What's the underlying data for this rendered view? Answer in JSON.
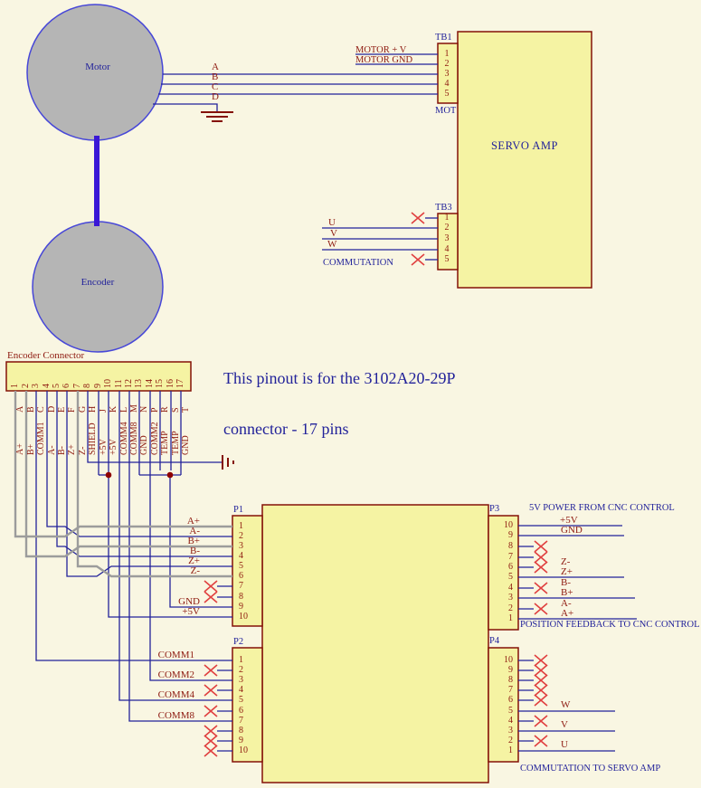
{
  "colors": {
    "background": "#F9F6E2",
    "box_fill": "#F5F3A3",
    "box_border": "#841107",
    "wire_navy": "#22229A",
    "wire_gray": "#9C9C9C",
    "label_maroon": "#8E1A10",
    "label_navy": "#22229A",
    "x_mark_red": "#E04040",
    "junction_dot": "#8E0000",
    "machine_fill": "#B5B5B5",
    "machine_stroke": "#4747D8",
    "shaft_blue": "#3A17D6"
  },
  "motor": {
    "label": "Motor"
  },
  "encoder": {
    "label": "Encoder"
  },
  "motor_leads": {
    "a": "A",
    "b": "B",
    "c": "C",
    "d": "D"
  },
  "tb1": {
    "name": "TB1",
    "lead1": "MOTOR + V",
    "lead2": "MOTOR GND",
    "clipped_label": "MOT",
    "pins": [
      "1",
      "2",
      "3",
      "4",
      "5"
    ]
  },
  "servo_amp": {
    "label": "SERVO AMP"
  },
  "tb3": {
    "name": "TB3",
    "pins": [
      "1",
      "2",
      "3",
      "4",
      "5"
    ],
    "u": "U",
    "v": "V",
    "w": "W",
    "caption": "COMMUTATION"
  },
  "encoder_connector": {
    "title": "Encoder Connector",
    "pins": [
      {
        "n": "1",
        "l": "A",
        "s": "A+"
      },
      {
        "n": "2",
        "l": "B",
        "s": "B+"
      },
      {
        "n": "3",
        "l": "C",
        "s": "COMM1"
      },
      {
        "n": "4",
        "l": "D",
        "s": "A-"
      },
      {
        "n": "5",
        "l": "E",
        "s": "B-"
      },
      {
        "n": "6",
        "l": "F",
        "s": "Z+"
      },
      {
        "n": "7",
        "l": "G",
        "s": "Z-"
      },
      {
        "n": "8",
        "l": "H",
        "s": "SHIELD"
      },
      {
        "n": "9",
        "l": "J",
        "s": "+5V"
      },
      {
        "n": "10",
        "l": "K",
        "s": "+5V"
      },
      {
        "n": "11",
        "l": "L",
        "s": "COMM4"
      },
      {
        "n": "12",
        "l": "M",
        "s": "COMM8"
      },
      {
        "n": "13",
        "l": "N",
        "s": "GND"
      },
      {
        "n": "14",
        "l": "P",
        "s": "COMM2"
      },
      {
        "n": "15",
        "l": "R",
        "s": "TEMP"
      },
      {
        "n": "16",
        "l": "S",
        "s": "TEMP"
      },
      {
        "n": "17",
        "l": "T",
        "s": "GND"
      }
    ]
  },
  "note": {
    "line1": "This pinout is for the 3102A20-29P",
    "line2": "connector - 17 pins"
  },
  "p1": {
    "name": "P1",
    "pins": [
      "1",
      "2",
      "3",
      "4",
      "5",
      "6",
      "7",
      "8",
      "9",
      "10"
    ],
    "labels": {
      "a_plus": "A+",
      "a_minus": "A-",
      "b_plus": "B+",
      "b_minus": "B-",
      "z_plus": "Z+",
      "z_minus": "Z-",
      "gnd": "GND",
      "plus5": "+5V"
    }
  },
  "p2": {
    "name": "P2",
    "pins": [
      "1",
      "2",
      "3",
      "4",
      "5",
      "6",
      "7",
      "8",
      "9",
      "10"
    ],
    "labels": {
      "comm1": "COMM1",
      "comm2": "COMM2",
      "comm4": "COMM4",
      "comm8": "COMM8"
    }
  },
  "p3": {
    "name": "P3",
    "pins": [
      "10",
      "9",
      "8",
      "7",
      "6",
      "5",
      "4",
      "3",
      "2",
      "1"
    ],
    "header": "5V POWER FROM CNC CONTROL",
    "footer": "POSITION FEEDBACK TO CNC CONTROL",
    "labels": {
      "plus5": "+5V",
      "gnd": "GND",
      "z_minus": "Z-",
      "z_plus": "Z+",
      "b_minus": "B-",
      "b_plus": "B+",
      "a_minus": "A-",
      "a_plus": "A+"
    }
  },
  "p4": {
    "name": "P4",
    "pins": [
      "10",
      "9",
      "8",
      "7",
      "6",
      "5",
      "4",
      "3",
      "2",
      "1"
    ],
    "labels": {
      "w": "W",
      "v": "V",
      "u": "U"
    },
    "footer": "COMMUTATION TO SERVO AMP"
  }
}
